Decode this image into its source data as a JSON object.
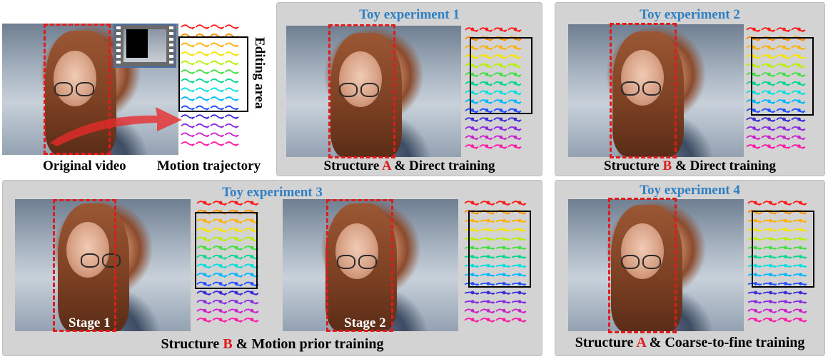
{
  "top_left": {
    "original_label": "Original video",
    "trajectory_label": "Motion trajectory",
    "editing_label": "Editing area"
  },
  "exp1": {
    "title": "Toy experiment 1",
    "cap_pre": "Structure ",
    "cap_hl": "A",
    "cap_post": " & Direct training"
  },
  "exp2": {
    "title": "Toy experiment 2",
    "cap_pre": "Structure ",
    "cap_hl": "B",
    "cap_post": " & Direct training"
  },
  "exp3": {
    "title": "Toy experiment 3",
    "cap_pre": "Structure ",
    "cap_hl": "B",
    "cap_post": " & Motion prior training",
    "stage1": "Stage 1",
    "stage2": "Stage 2"
  },
  "exp4": {
    "title": "Toy experiment 4",
    "cap_pre": "Structure ",
    "cap_hl": "A",
    "cap_post": " & Coarse-to-fine training"
  },
  "colors": {
    "title_blue": "#2f7fc4",
    "highlight_red": "#e01b1b",
    "panel_gray": "#d3d3d3",
    "trajectory_rows": [
      "#ff1a1a",
      "#ff8c00",
      "#ffb000",
      "#f5e400",
      "#b8f000",
      "#40e040",
      "#00d890",
      "#00e0e0",
      "#00b8ff",
      "#2050ff",
      "#3a2bd8",
      "#8a2be2",
      "#cc22cc",
      "#ff1aa8"
    ]
  }
}
